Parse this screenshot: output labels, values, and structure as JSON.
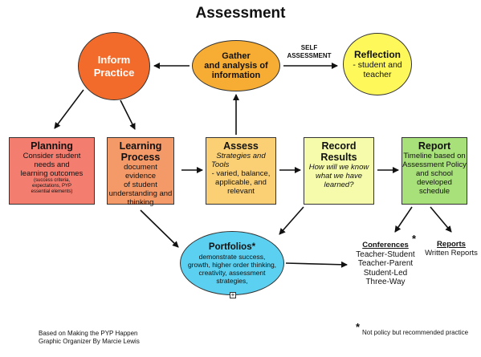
{
  "title": "Assessment",
  "inform": {
    "title": "Inform",
    "title2": "Practice"
  },
  "gather": {
    "line1": "Gather",
    "line2": "and analysis of",
    "line3": "information"
  },
  "self_label": {
    "line1": "SELF",
    "line2": "ASSESSMENT"
  },
  "reflection": {
    "title": "Reflection",
    "line1": "- student and",
    "line2": "teacher"
  },
  "planning": {
    "title": "Planning",
    "lines": [
      "Consider student",
      "needs and",
      "learning outcomes"
    ],
    "small": [
      "(success criteria,",
      "expectations, PYP",
      "essential elements)"
    ]
  },
  "learning": {
    "title": "Learning",
    "title2": "Process",
    "lines": [
      "document evidence",
      "of student",
      "understanding and",
      "thinking"
    ]
  },
  "assess": {
    "title": "Assess",
    "italic": [
      "Strategies and",
      "Tools"
    ],
    "lines": [
      "- varied, balance,",
      "applicable, and",
      "relevant"
    ]
  },
  "record": {
    "title": "Record",
    "title2": "Results",
    "italic": [
      "How will we know",
      "what we have",
      "learned?"
    ]
  },
  "report": {
    "title": "Report",
    "lines": [
      "Timeline based on",
      "Assessment Policy",
      "and school",
      "developed",
      "schedule"
    ]
  },
  "portfolios": {
    "title": "Portfolios*",
    "lines": [
      "demonstrate success,",
      "growth, higher order thinking,",
      "creativity, assessment",
      "strategies,"
    ]
  },
  "conferences": {
    "title": "Conferences",
    "star": "*",
    "items": [
      "Teacher-Student",
      "Teacher-Parent",
      "Student-Led",
      "Three-Way"
    ]
  },
  "reports": {
    "title": "Reports",
    "sub": "Written Reports"
  },
  "footer": {
    "left1": "Based on Making the PYP Happen",
    "left2": "Graphic Organizer By Marcie Lewis",
    "star": "*",
    "right": "Not policy but recommended practice"
  },
  "colors": {
    "inform": "#f26b2a",
    "gather": "#f7ad33",
    "reflection": "#fff85a",
    "planning": "#f37e70",
    "learning": "#f49968",
    "assess": "#fbd075",
    "record": "#f5fbab",
    "report": "#a8e07a",
    "portfolios": "#5bd0f0"
  }
}
